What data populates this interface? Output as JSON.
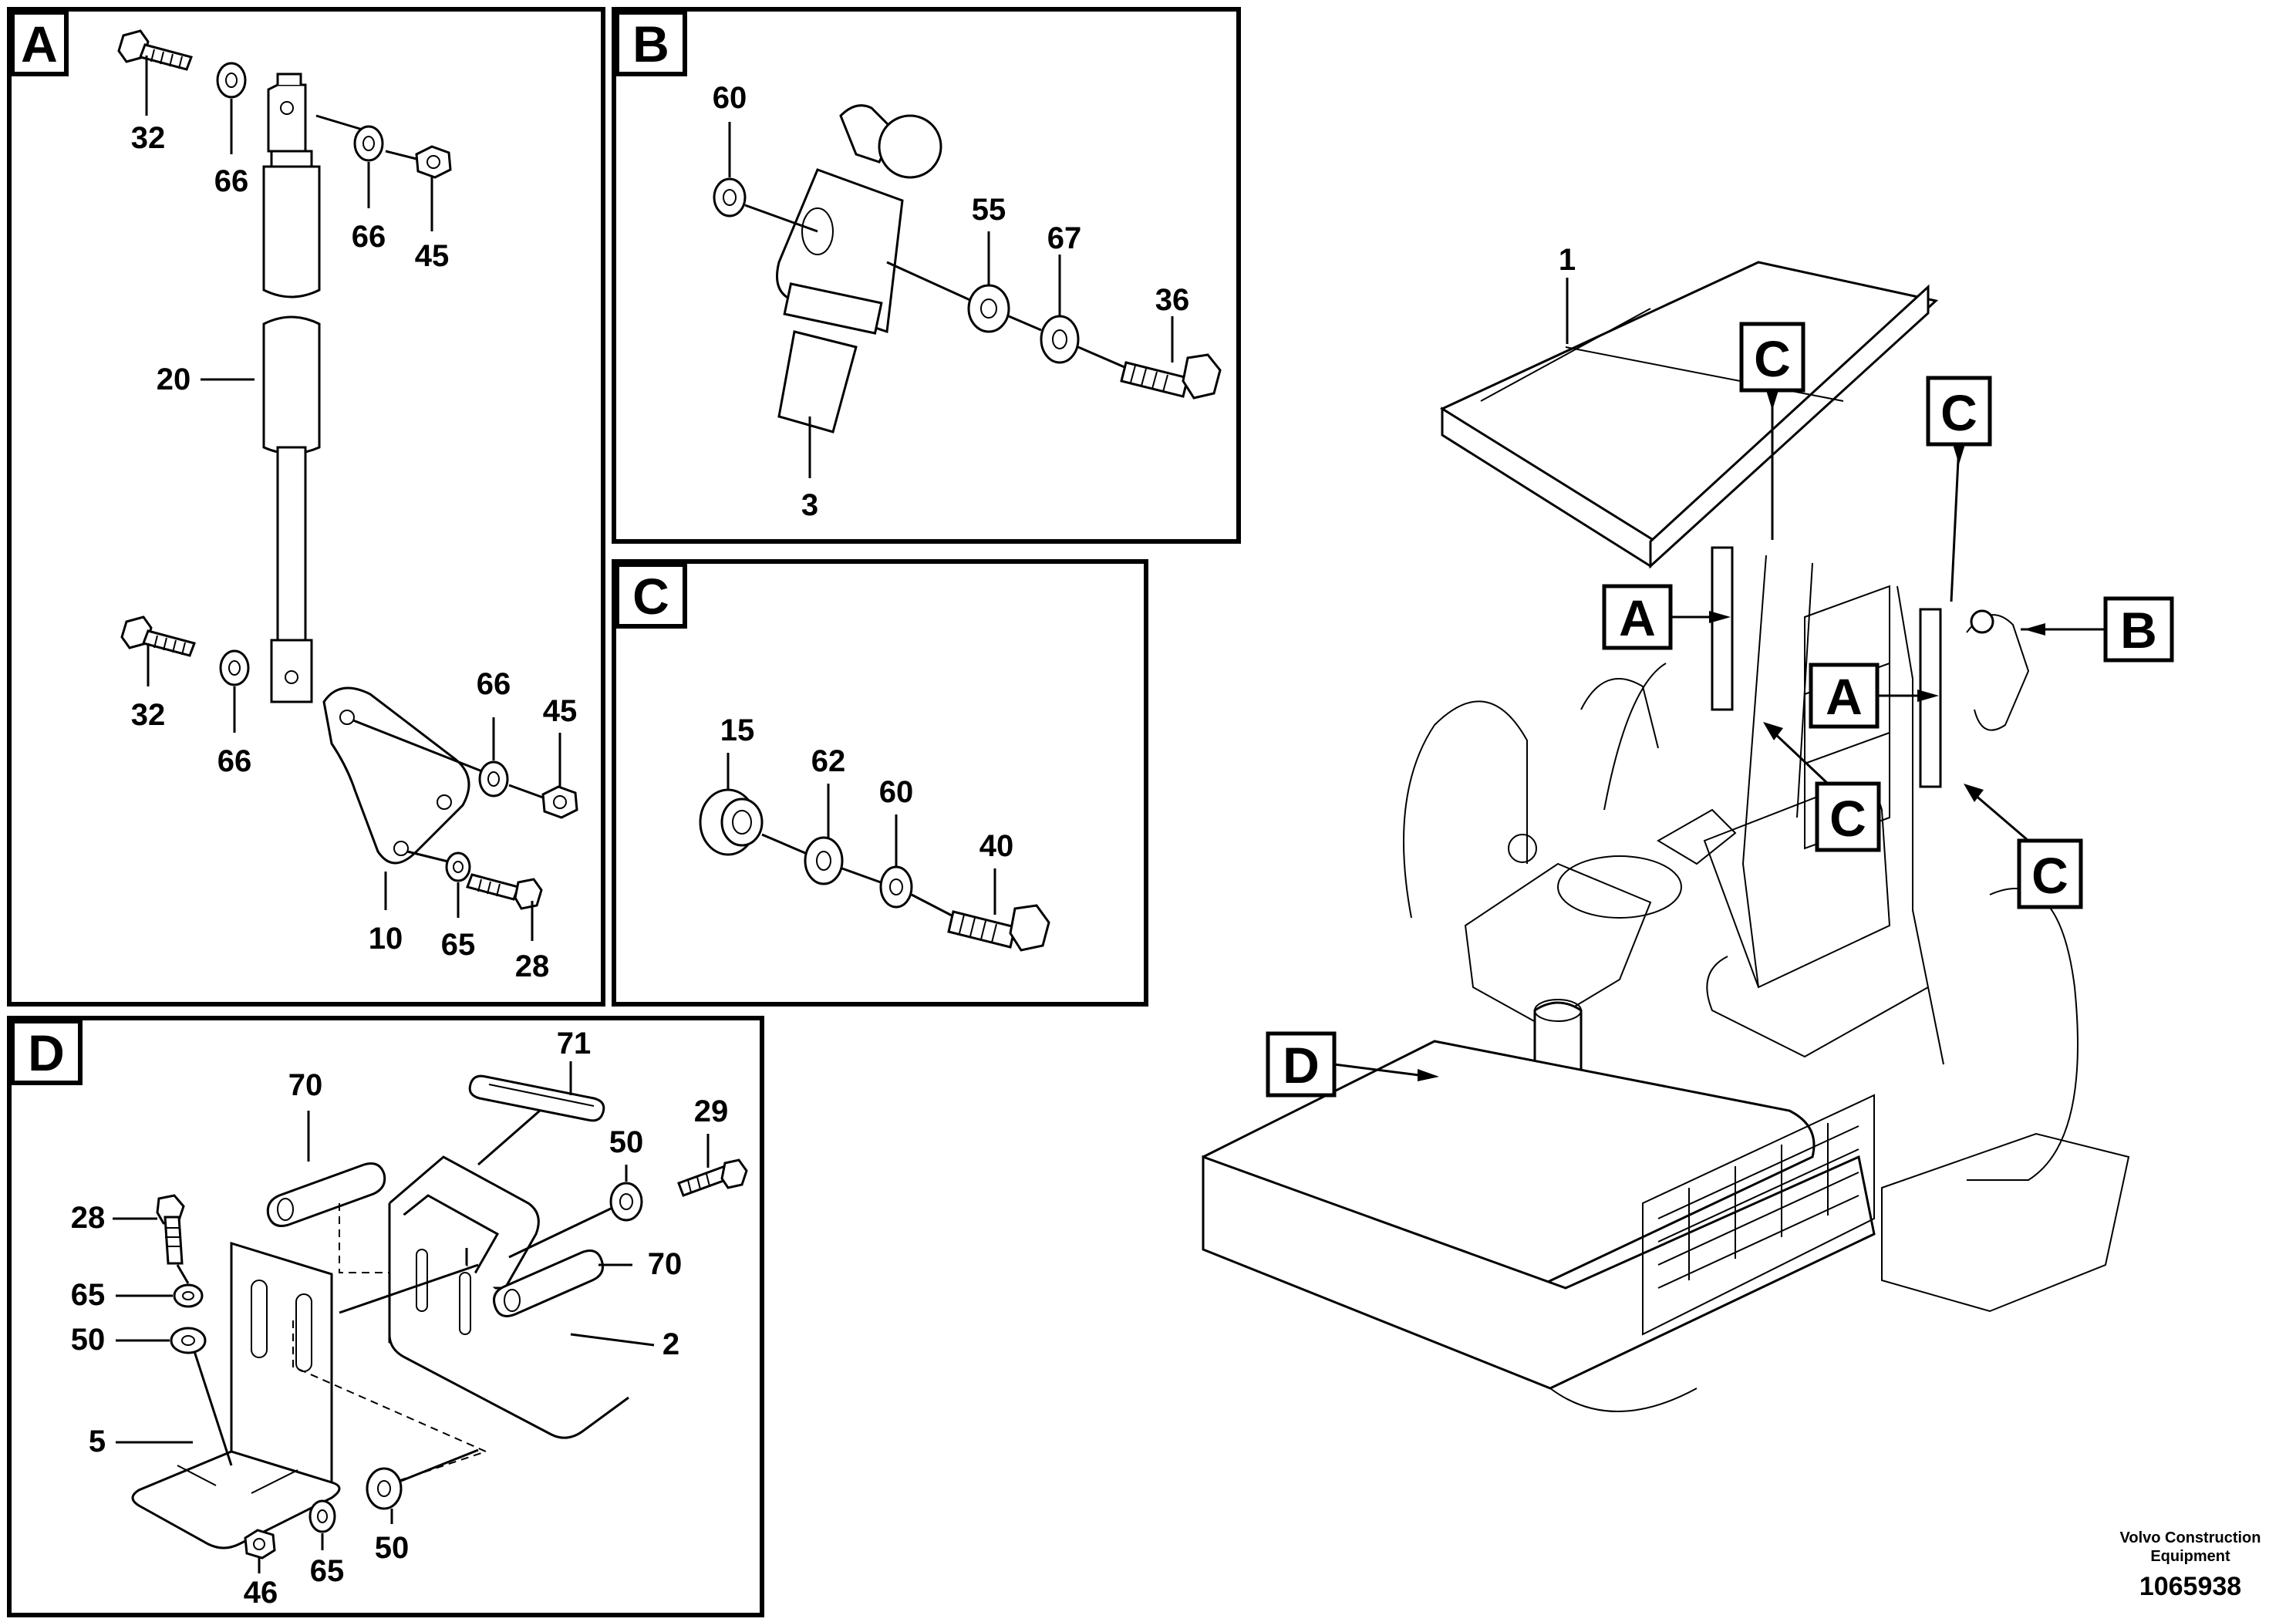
{
  "panels": {
    "A": {
      "letter": "A",
      "callouts": {
        "c32a": "32",
        "c66a": "66",
        "c66b": "66",
        "c45a": "45",
        "c20": "20",
        "c32b": "32",
        "c66c": "66",
        "c66d": "66",
        "c45b": "45",
        "c10": "10",
        "c65": "65",
        "c28": "28"
      }
    },
    "B": {
      "letter": "B",
      "callouts": {
        "c60": "60",
        "c55": "55",
        "c67": "67",
        "c36": "36",
        "c3": "3"
      }
    },
    "C": {
      "letter": "C",
      "callouts": {
        "c15": "15",
        "c62": "62",
        "c60": "60",
        "c40": "40"
      }
    },
    "D": {
      "letter": "D",
      "callouts": {
        "c70a": "70",
        "c71": "71",
        "c50a": "50",
        "c29": "29",
        "c28": "28",
        "c70b": "70",
        "c65a": "65",
        "c50b": "50",
        "c2": "2",
        "c5": "5",
        "c46": "46",
        "c65b": "65",
        "c50c": "50"
      }
    }
  },
  "overview": {
    "callout_1": "1",
    "tags": {
      "c1": "C",
      "c2": "C",
      "a1": "A",
      "b1": "B",
      "a2": "A",
      "c3": "C",
      "c4": "C",
      "d1": "D"
    }
  },
  "credit": {
    "line1": "Volvo Construction",
    "line2": "Equipment",
    "doc_number": "1065938"
  }
}
